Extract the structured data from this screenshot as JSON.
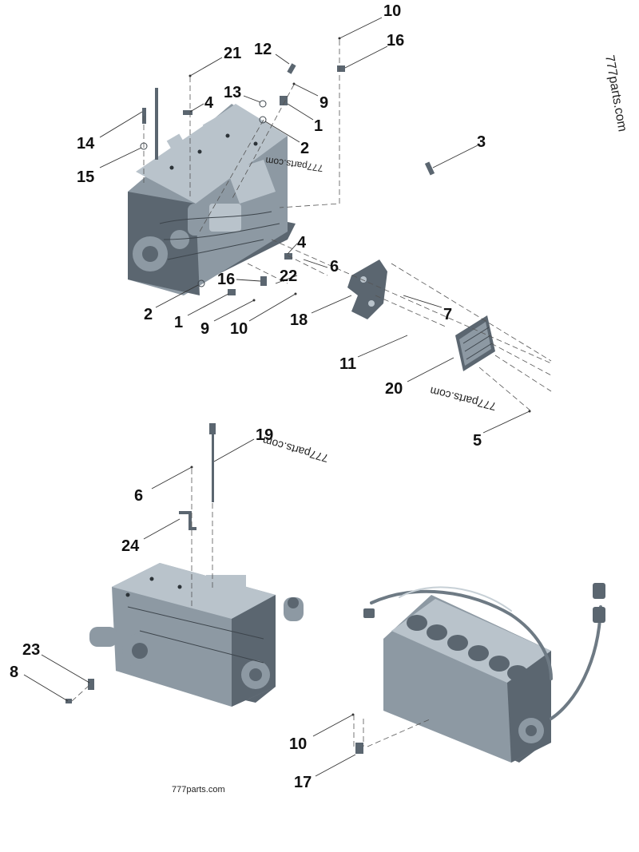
{
  "watermarks": {
    "top_right": "777parts.com",
    "top_middle": "777parts.com",
    "mid_right": "777parts.com",
    "mid_middle": "777parts.com",
    "bottom": "777parts.com"
  },
  "callouts": [
    {
      "id": "c10a",
      "label": "10"
    },
    {
      "id": "c16a",
      "label": "16"
    },
    {
      "id": "c12",
      "label": "12"
    },
    {
      "id": "c21",
      "label": "21"
    },
    {
      "id": "c13",
      "label": "13"
    },
    {
      "id": "c4a",
      "label": "4"
    },
    {
      "id": "c9a",
      "label": "9"
    },
    {
      "id": "c1a",
      "label": "1"
    },
    {
      "id": "c2a",
      "label": "2"
    },
    {
      "id": "c14",
      "label": "14"
    },
    {
      "id": "c15",
      "label": "15"
    },
    {
      "id": "c3",
      "label": "3"
    },
    {
      "id": "c4b",
      "label": "4"
    },
    {
      "id": "c6a",
      "label": "6"
    },
    {
      "id": "c16b",
      "label": "16"
    },
    {
      "id": "c22",
      "label": "22"
    },
    {
      "id": "c2b",
      "label": "2"
    },
    {
      "id": "c1b",
      "label": "1"
    },
    {
      "id": "c9b",
      "label": "9"
    },
    {
      "id": "c10b",
      "label": "10"
    },
    {
      "id": "c18",
      "label": "18"
    },
    {
      "id": "c7",
      "label": "7"
    },
    {
      "id": "c11",
      "label": "11"
    },
    {
      "id": "c20",
      "label": "20"
    },
    {
      "id": "c5",
      "label": "5"
    },
    {
      "id": "c19",
      "label": "19"
    },
    {
      "id": "c6b",
      "label": "6"
    },
    {
      "id": "c24",
      "label": "24"
    },
    {
      "id": "c23",
      "label": "23"
    },
    {
      "id": "c8",
      "label": "8"
    },
    {
      "id": "c10c",
      "label": "10"
    },
    {
      "id": "c17",
      "label": "17"
    }
  ],
  "colors": {
    "engine_body": "#8d99a3",
    "engine_shadow": "#5b6670",
    "engine_highlight": "#b9c3cb",
    "ink": "#111111"
  }
}
